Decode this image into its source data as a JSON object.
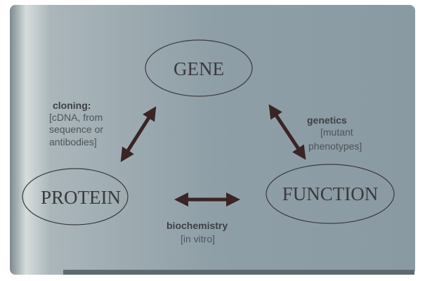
{
  "nodes": {
    "gene": "GENE",
    "protein": "PROTEIN",
    "function": "FUNCTION"
  },
  "edges": {
    "cloning": {
      "title": "cloning:",
      "lines": [
        "[cDNA, from",
        "sequence or",
        "antibodies]"
      ]
    },
    "genetics": {
      "title": "genetics",
      "lines": [
        "[mutant",
        "phenotypes]"
      ]
    },
    "biochemistry": {
      "title": "biochemistry",
      "lines": [
        "[in vitro]"
      ]
    }
  },
  "colors": {
    "slide": "#8f9fa7",
    "arrow": "#3a2424",
    "outline": "#3a3a3c"
  }
}
